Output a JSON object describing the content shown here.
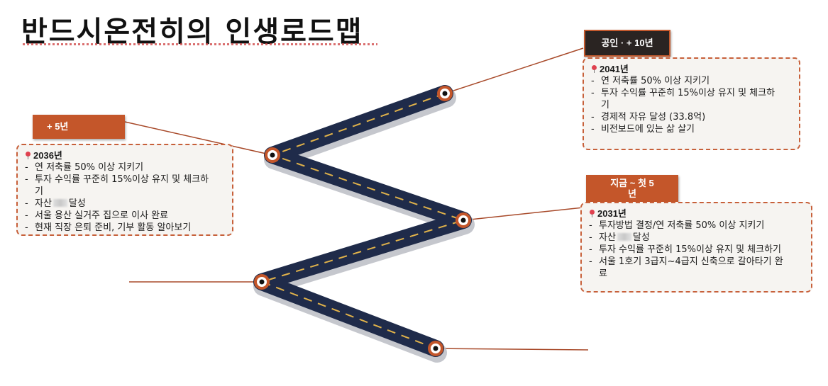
{
  "title": "반드시온전히의 인생로드맵",
  "colors": {
    "road": "#1f2b4a",
    "dash": "#e0b24a",
    "accent": "#c4562a",
    "connector": "#a84a2a"
  },
  "milestones": [
    {
      "tag": "공인 · + 10년",
      "year": "2041년",
      "items": [
        {
          "text": "연 저축률 50% 이상 지키기"
        },
        {
          "text": "투자 수익률 꾸준히 15%이상 유지 및 체크하기"
        },
        {
          "text": "경제적 자유 달성 (33.8억)"
        },
        {
          "text": "비전보드에 있는 삶 살기"
        }
      ]
    },
    {
      "tag": "+ 5년",
      "year": "2036년",
      "items": [
        {
          "text": "연 저축률 50% 이상 지키기"
        },
        {
          "text": "투자 수익률 꾸준히 15%이상 유지 및 체크하기"
        },
        {
          "before": "자산",
          "after": "달성"
        },
        {
          "text": "서울 용산 실거주 집으로 이사 완료"
        },
        {
          "text": "현재 직장 은퇴 준비, 기부 활동 알아보기"
        }
      ]
    },
    {
      "tag": "지금 ~ 첫 5년",
      "year": "2031년",
      "items": [
        {
          "text": "투자방법 결정/연 저축률 50% 이상 지키기"
        },
        {
          "before": "자산",
          "after": "달성"
        },
        {
          "text": "투자 수익률 꾸준히 15%이상 유지 및 체크하기"
        },
        {
          "text": "서울 1호기 3급지~4급지 신축으로 갈아타기 완료"
        }
      ]
    }
  ]
}
